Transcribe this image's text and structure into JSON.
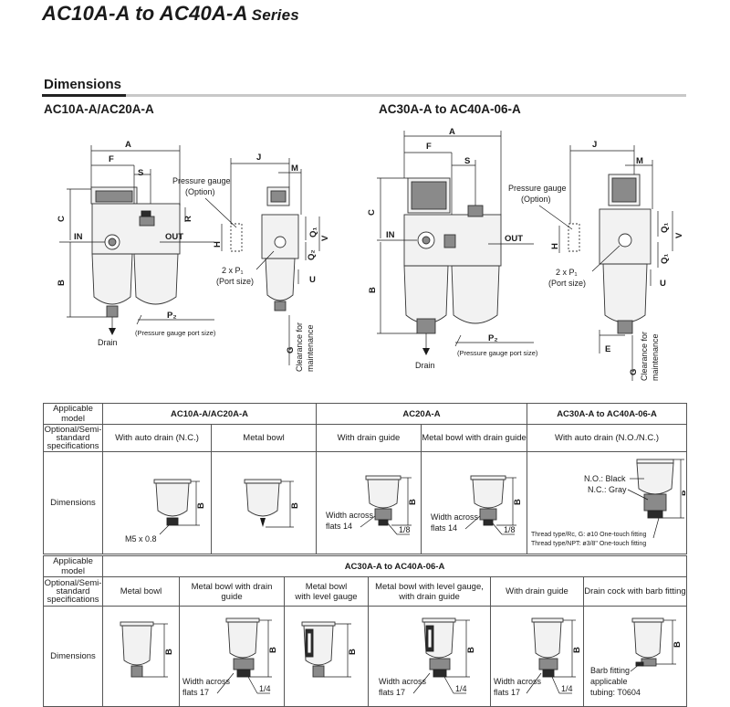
{
  "header": {
    "title": "AC10A-A to AC40A-A",
    "series": "Series"
  },
  "section": {
    "heading": "Dimensions"
  },
  "left_drawing": {
    "title": "AC10A-A/AC20A-A",
    "labels": {
      "A": "A",
      "F": "F",
      "S": "S",
      "C": "C",
      "R": "R",
      "B": "B",
      "IN": "IN",
      "OUT": "OUT",
      "P2": "P₂",
      "pressure_gauge_port": "(Pressure gauge port size)",
      "drain": "Drain",
      "J": "J",
      "M": "M",
      "H": "H",
      "Q1a": "Q₁",
      "Q2": "Q₂",
      "V": "V",
      "U": "U",
      "G": "G",
      "pressure_gauge": "Pressure gauge",
      "option": "(Option)",
      "port_p1": "2 x P₁",
      "port_size": "(Port size)",
      "clearance": "Clearance for",
      "maintenance": "maintenance"
    }
  },
  "right_drawing": {
    "title": "AC30A-A to AC40A-06-A",
    "labels": {
      "A": "A",
      "F": "F",
      "S": "S",
      "C": "C",
      "B": "B",
      "IN": "IN",
      "OUT": "OUT",
      "P2": "P₂",
      "pressure_gauge_port": "(Pressure gauge port size)",
      "drain": "Drain",
      "J": "J",
      "M": "M",
      "H": "H",
      "Q1a": "Q₁",
      "Q1b": "Q₁",
      "V": "V",
      "U": "U",
      "E": "E",
      "G": "G",
      "pressure_gauge": "Pressure gauge",
      "option": "(Option)",
      "port_p1": "2 x P₁",
      "port_size": "(Port size)",
      "clearance": "Clearance for",
      "maintenance": "maintenance"
    }
  },
  "table1": {
    "row_labels": {
      "applicable_model": "Applicable model",
      "optional": "Optional/Semi-standard specifications",
      "dimensions": "Dimensions"
    },
    "groups": [
      "AC10A-A/AC20A-A",
      "AC20A-A",
      "AC30A-A to AC40A-06-A"
    ],
    "columns": [
      "With auto drain (N.C.)",
      "Metal bowl",
      "With drain guide",
      "Metal bowl with drain guide",
      "With auto drain (N.O./N.C.)"
    ],
    "cells": {
      "c1_port": "M5 x 0.8",
      "c1_B": "B",
      "c2_B": "B",
      "c3_width": "Width across",
      "c3_flats": "flats 14",
      "c3_thread": "1/8",
      "c3_B": "B",
      "c4_width": "Width across",
      "c4_flats": "flats 14",
      "c4_thread": "1/8",
      "c4_B": "B",
      "c5_no": "N.O.: Black",
      "c5_nc": "N.C.: Gray",
      "c5_B": "B",
      "c5_note1": "Thread type/Rc, G: ø10 One-touch fitting",
      "c5_note2": "Thread type/NPT: ø3/8\" One-touch fitting"
    }
  },
  "table2": {
    "row_labels": {
      "applicable_model": "Applicable model",
      "optional": "Optional/Semi-standard specifications",
      "dimensions": "Dimensions"
    },
    "group": "AC30A-A to AC40A-06-A",
    "columns": [
      [
        "Metal bowl"
      ],
      [
        "Metal bowl with drain guide"
      ],
      [
        "Metal bowl",
        "with level gauge"
      ],
      [
        "Metal bowl with level gauge,",
        "with drain guide"
      ],
      [
        "With drain guide"
      ],
      [
        "Drain cock with barb fitting"
      ]
    ],
    "cells": {
      "c1_B": "B",
      "c2_width": "Width across",
      "c2_flats": "flats 17",
      "c2_thread": "1/4",
      "c2_B": "B",
      "c3_B": "B",
      "c4_width": "Width across",
      "c4_flats": "flats 17",
      "c4_thread": "1/4",
      "c4_B": "B",
      "c5_width": "Width across",
      "c5_flats": "flats 17",
      "c5_thread": "1/4",
      "c5_B": "B",
      "c6_barb1": "Barb fitting",
      "c6_barb2": "applicable",
      "c6_barb3": "tubing: T0604",
      "c6_B": "B"
    }
  }
}
